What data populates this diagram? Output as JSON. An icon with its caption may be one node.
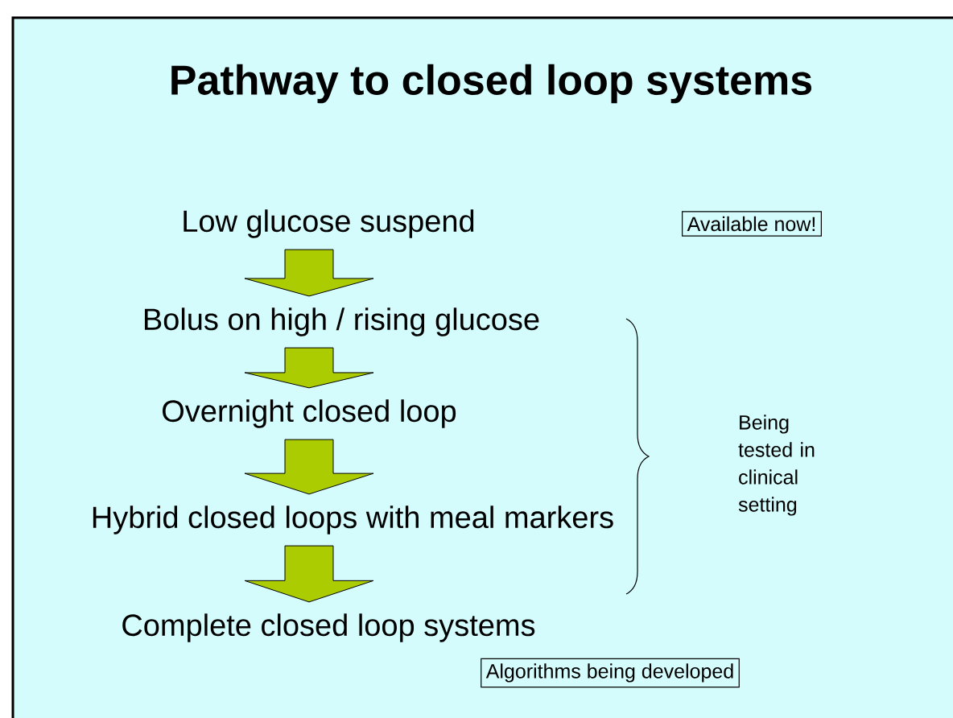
{
  "diagram": {
    "title": "Pathway to closed loop systems",
    "nodes": [
      {
        "text": [
          "Low glucose suspend"
        ]
      },
      {
        "text": [
          "Bolus on high / rising glucose"
        ]
      },
      {
        "text": [
          "Overnight closed loop"
        ]
      },
      {
        "text": [
          "Hybrid closed loops with meal markers"
        ]
      },
      {
        "text": [
          "Complete closed loop systems"
        ]
      },
      {
        "text": [
          "Available now!"
        ]
      },
      {
        "text": [
          "Algorithms being developed"
        ]
      }
    ],
    "edges": [
      {
        "from": 0,
        "to": 1,
        "arrow": "to"
      },
      {
        "from": 1,
        "to": 2,
        "arrow": "to"
      },
      {
        "from": 2,
        "to": 3,
        "arrow": "to"
      },
      {
        "from": 3,
        "to": 4,
        "arrow": "to"
      }
    ],
    "labels": [
      "Being tested in clinical setting"
    ]
  }
}
